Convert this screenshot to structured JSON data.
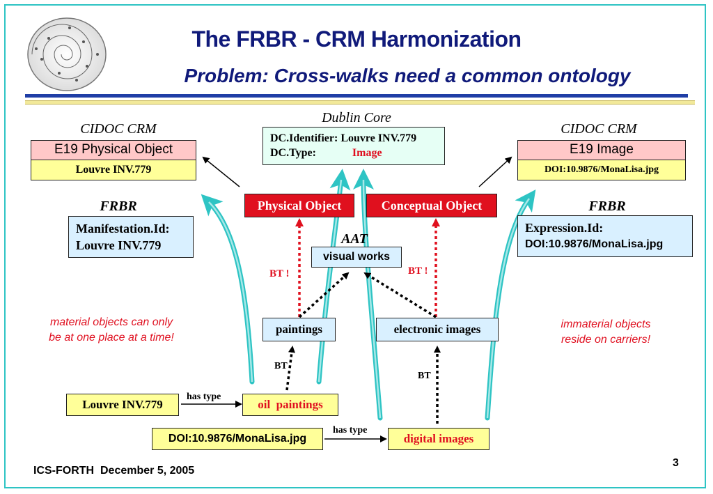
{
  "title": "The FRBR - CRM Harmonization",
  "subtitle": "Problem: Cross-walks need a common ontology",
  "logo": {
    "icon": "phaistos-disc-logo"
  },
  "colors": {
    "frame": "#2ec4c4",
    "title": "#101a7a",
    "accent_red": "#e0101e",
    "arrow_cyan": "#2ec4c4"
  },
  "left_crm": {
    "heading": "CIDOC CRM",
    "class_label": "E19 Physical Object",
    "value": "Louvre INV.779"
  },
  "right_crm": {
    "heading": "CIDOC CRM",
    "class_label": "E19 Image",
    "value": "DOI:10.9876/MonaLisa.jpg"
  },
  "dublin_core": {
    "heading": "Dublin Core",
    "line1": "DC.Identifier: Louvre INV.779",
    "line2_key": "DC.Type:",
    "line2_value": "Image"
  },
  "left_frbr": {
    "heading": "FRBR",
    "line1": "Manifestation.Id:",
    "line2": "Louvre INV.779"
  },
  "right_frbr": {
    "heading": "FRBR",
    "line1": "Expression.Id:",
    "line2": "DOI:10.9876/MonaLisa.jpg"
  },
  "physical_object": "Physical Object",
  "conceptual_object": "Conceptual Object",
  "aat": {
    "heading": "AAT",
    "visual_works": "visual works"
  },
  "paintings": "paintings",
  "electronic_images": "electronic images",
  "oil_paintings": "oil  paintings",
  "digital_images": "digital images",
  "louvre_box": "Louvre INV.779",
  "doi_box": "DOI:10.9876/MonaLisa.jpg",
  "has_type_1": "has type",
  "has_type_2": "has type",
  "bt_left": "BT !",
  "bt_right": "BT !",
  "bt_paintings": "BT",
  "bt_images": "BT",
  "note_left": {
    "line1": "material objects can only",
    "line2": "be at one place at a time!"
  },
  "note_right": {
    "line1": "immaterial objects",
    "line2": "reside on carriers!"
  },
  "footer": "ICS-FORTH  December 5, 2005",
  "page_number": "3"
}
